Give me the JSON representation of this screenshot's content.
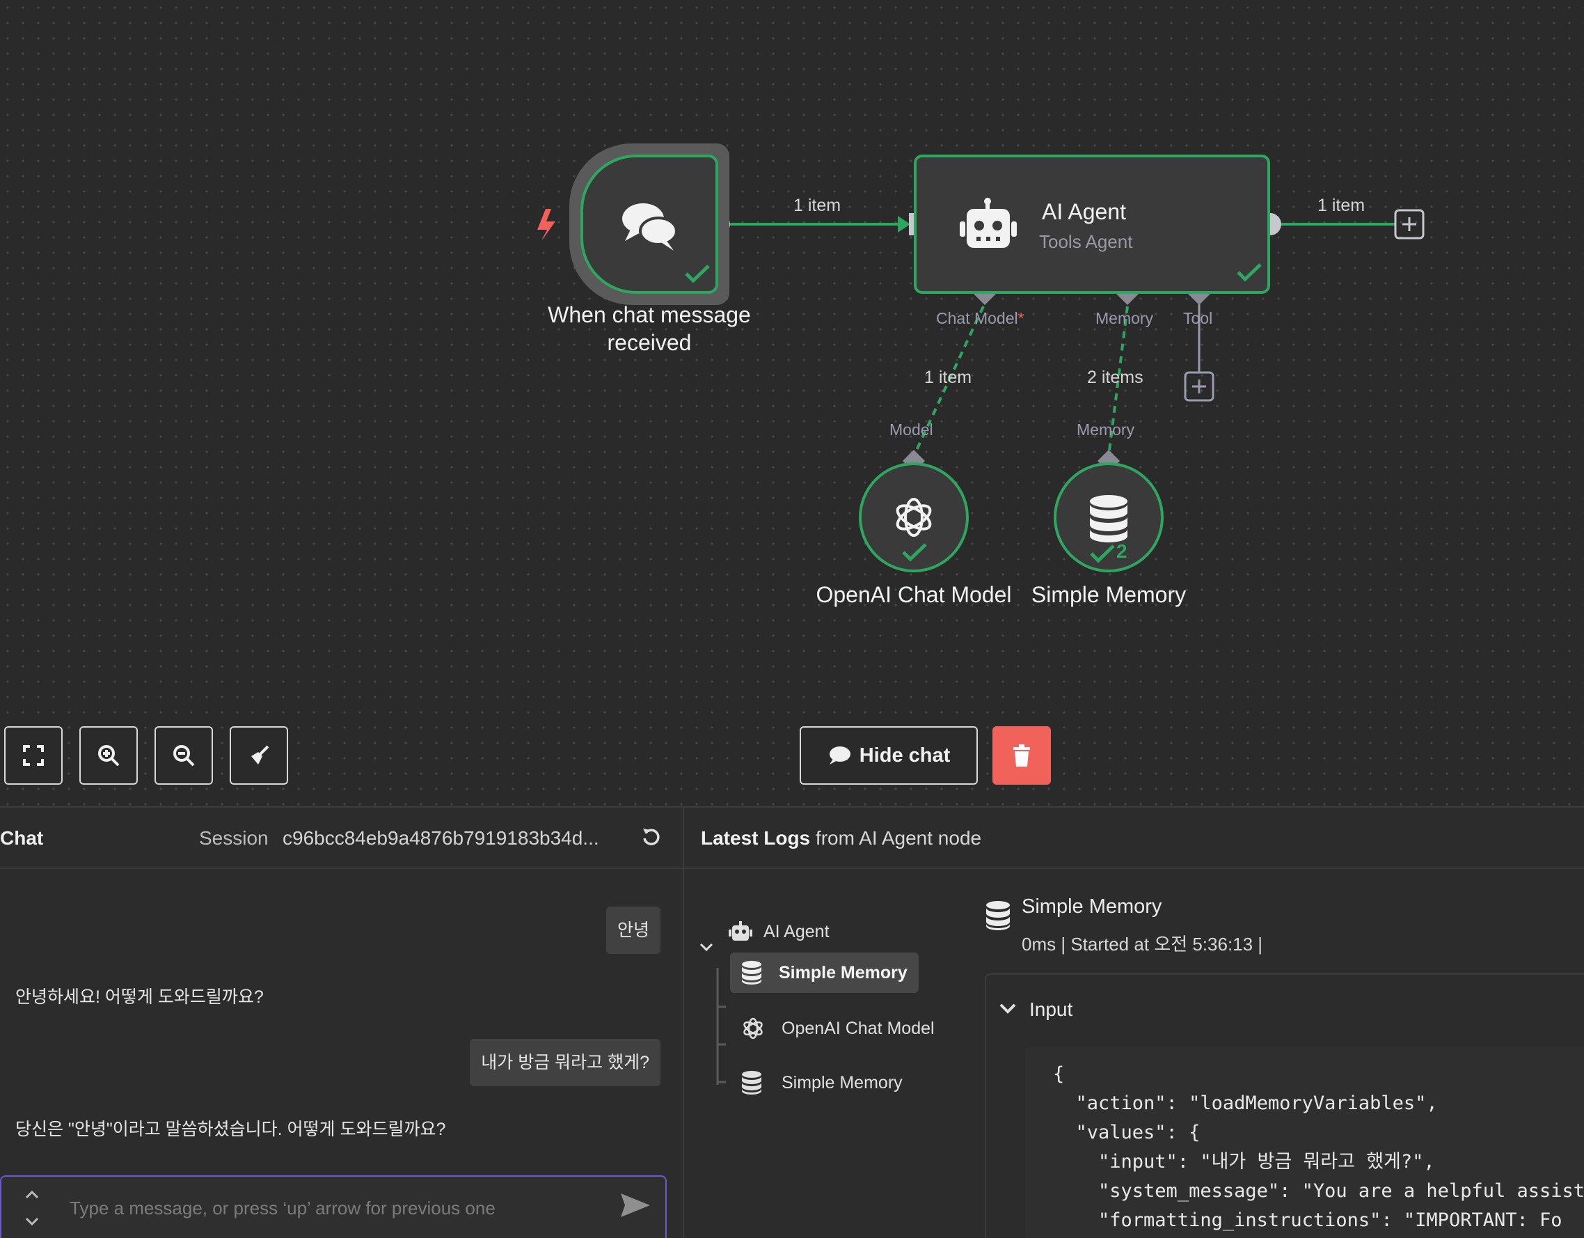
{
  "canvas": {
    "trigger_node": {
      "title_line1": "When chat message",
      "title_line2": "received",
      "icon": "chat-bubbles-icon"
    },
    "agent_node": {
      "title": "AI Agent",
      "subtitle": "Tools Agent",
      "icon": "robot-icon"
    },
    "edges": {
      "trigger_to_agent": "1 item",
      "agent_out": "1 item",
      "model_edge": "1 item",
      "memory_edge": "2 items"
    },
    "agent_ports": {
      "chat_model": "Chat Model",
      "required_mark": "*",
      "memory": "Memory",
      "tool": "Tool"
    },
    "model_node": {
      "port": "Model",
      "title": "OpenAI Chat Model",
      "icon": "openai-icon"
    },
    "memory_node": {
      "port": "Memory",
      "title": "Simple Memory",
      "icon": "database-icon",
      "run_count": "2"
    },
    "toolbar": {
      "buttons": [
        "fit-view-icon",
        "zoom-in-icon",
        "zoom-out-icon",
        "tidy-up-icon"
      ]
    },
    "hide_chat_label": "Hide chat",
    "delete_icon": "trash-icon",
    "status_color": "#2fa65f",
    "trigger_color": "#f1625b"
  },
  "chat": {
    "title": "Chat",
    "session_label": "Session",
    "session_id": "c96bcc84eb9a4876b7919183b34d...",
    "messages": [
      {
        "role": "user",
        "text": "안녕"
      },
      {
        "role": "bot",
        "text": "안녕하세요! 어떻게 도와드릴까요?"
      },
      {
        "role": "user",
        "text": "내가 방금 뭐라고 했게?"
      },
      {
        "role": "bot",
        "text": "당신은 \"안녕\"이라고 말씀하셨습니다. 어떻게 도와드릴까요?"
      }
    ],
    "input_placeholder": "Type a message, or press ‘up’ arrow for previous one"
  },
  "logs": {
    "title_bold": "Latest Logs",
    "title_rest": " from AI Agent node",
    "tree": [
      {
        "label": "AI Agent",
        "icon": "robot-icon"
      },
      {
        "label": "Simple Memory",
        "icon": "database-icon",
        "selected": true
      },
      {
        "label": "OpenAI Chat Model",
        "icon": "openai-icon"
      },
      {
        "label": "Simple Memory",
        "icon": "database-icon"
      }
    ],
    "detail": {
      "title": "Simple Memory",
      "meta": "0ms | Started at 오전 5:36:13 |",
      "section": "Input",
      "code_lines": [
        "{",
        "  \"action\": \"loadMemoryVariables\",",
        "  \"values\": {",
        "    \"input\": \"내가 방금 뭐라고 했게?\",",
        "    \"system_message\": \"You are a helpful assistant\",",
        "    \"formatting_instructions\": \"IMPORTANT: Fo"
      ]
    }
  }
}
